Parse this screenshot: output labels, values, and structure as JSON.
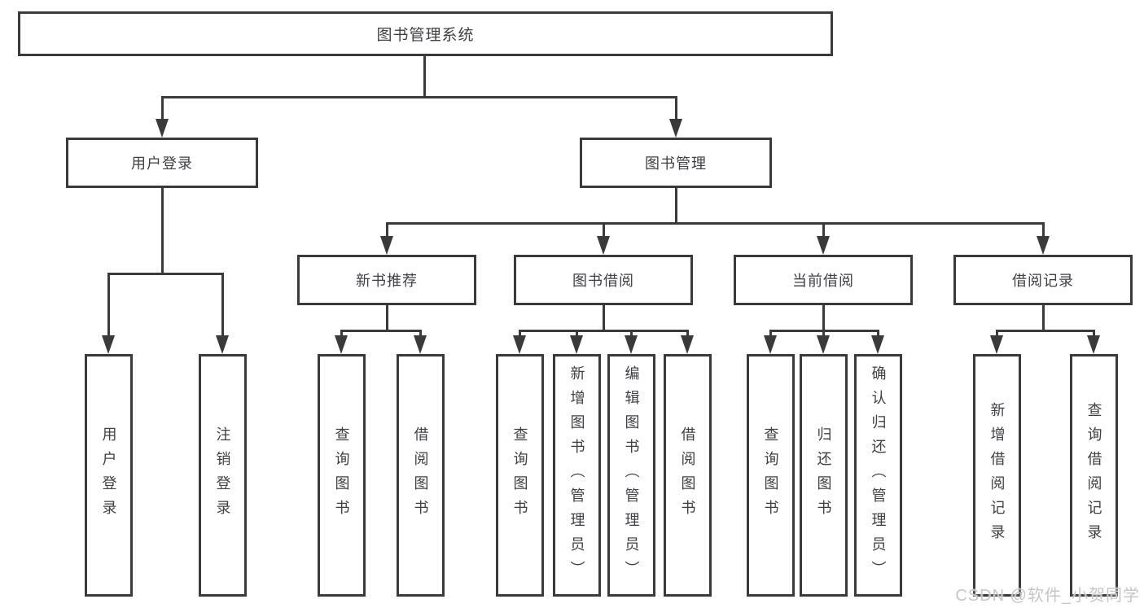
{
  "tree": {
    "root": "图书管理系统",
    "user_login": {
      "label": "用户登录",
      "children": [
        "用户登录",
        "注销登录"
      ]
    },
    "book_mgmt": {
      "label": "图书管理",
      "sections": [
        {
          "label": "新书推荐",
          "children": [
            "查询图书",
            "借阅图书"
          ]
        },
        {
          "label": "图书借阅",
          "children": [
            "查询图书",
            "新增图书（管理员）",
            "编辑图书（管理员）",
            "借阅图书"
          ]
        },
        {
          "label": "当前借阅",
          "children": [
            "查询图书",
            "归还图书",
            "确认归还（管理员）"
          ]
        },
        {
          "label": "借阅记录",
          "children": [
            "新增借阅记录",
            "查询借阅记录"
          ]
        }
      ]
    }
  },
  "watermark": "CSDN @软件_小贺同学",
  "colors": {
    "line": "#3a3a3a",
    "text": "#3f3f44",
    "background": "#ffffff",
    "watermark": "#c6c6c6"
  }
}
